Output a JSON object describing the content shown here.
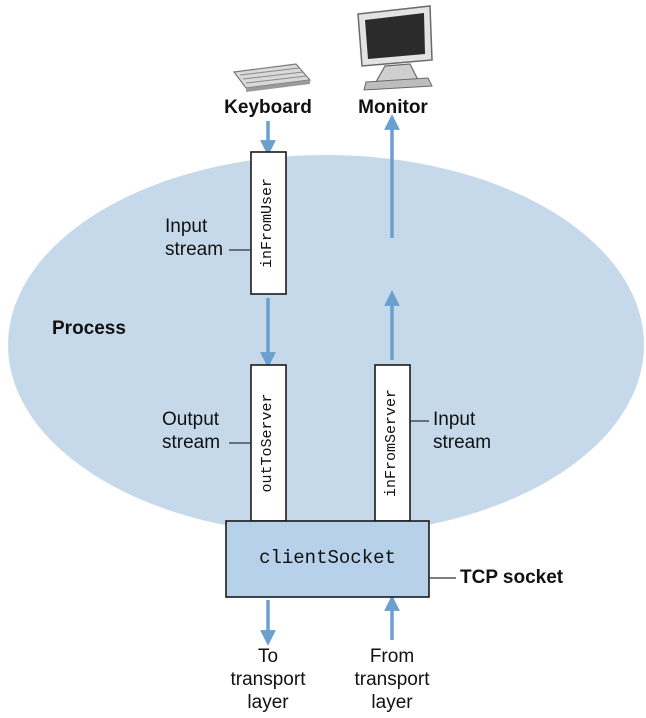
{
  "colors": {
    "process_fill": "#c6d9ea",
    "process_edge": "#b3c9de",
    "socket_fill": "#b7d1ea",
    "arrow": "#6a9fd0",
    "box_stroke": "#1a1a1a"
  },
  "icons": [
    "keyboard-icon",
    "monitor-icon"
  ],
  "labels": {
    "keyboard": "Keyboard",
    "monitor": "Monitor",
    "process": "Process",
    "input_stream_left_1": "Input",
    "input_stream_left_2": "stream",
    "output_stream_1": "Output",
    "output_stream_2": "stream",
    "input_stream_right_1": "Input",
    "input_stream_right_2": "stream",
    "tcp_socket": "TCP socket",
    "to_1": "To",
    "to_2": "transport",
    "to_3": "layer",
    "from_1": "From",
    "from_2": "transport",
    "from_3": "layer"
  },
  "streams": {
    "in_from_user": "inFromUser",
    "out_to_server": "outToServer",
    "in_from_server": "inFromServer"
  },
  "socket": {
    "name": "clientSocket"
  }
}
